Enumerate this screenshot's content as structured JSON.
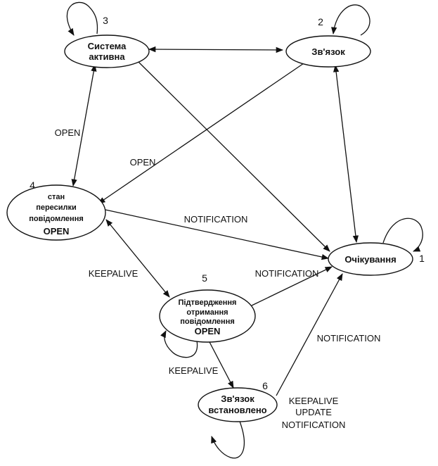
{
  "states": {
    "system_active": {
      "line1": "Система",
      "line2": "активна",
      "number": "3"
    },
    "connection": {
      "label": "Зв'язок",
      "number": "2"
    },
    "send_state": {
      "line1": "стан",
      "line2": "пересилки",
      "line3": "повідомлення",
      "line4": "OPEN",
      "number": "4"
    },
    "waiting": {
      "label": "Очікування",
      "number": "1"
    },
    "confirm": {
      "line1": "Підтвердження",
      "line2": "отримання",
      "line3": "повідомлення",
      "line4": "OPEN",
      "number": "5"
    },
    "established": {
      "line1": "Зв'язок",
      "line2": "встановлено",
      "number": "6"
    }
  },
  "edge_labels": {
    "open_left": "OPEN",
    "open_center": "OPEN",
    "notification_top": "NOTIFICATION",
    "keepalive_left": "KEEPALIVE",
    "notification_mid": "NOTIFICATION",
    "keepalive_bottom": "KEEPALIVE",
    "notification_right": "NOTIFICATION",
    "self_keepalive": "KEEPALIVE",
    "self_update": "UPDATE",
    "self_notification": "NOTIFICATION"
  }
}
